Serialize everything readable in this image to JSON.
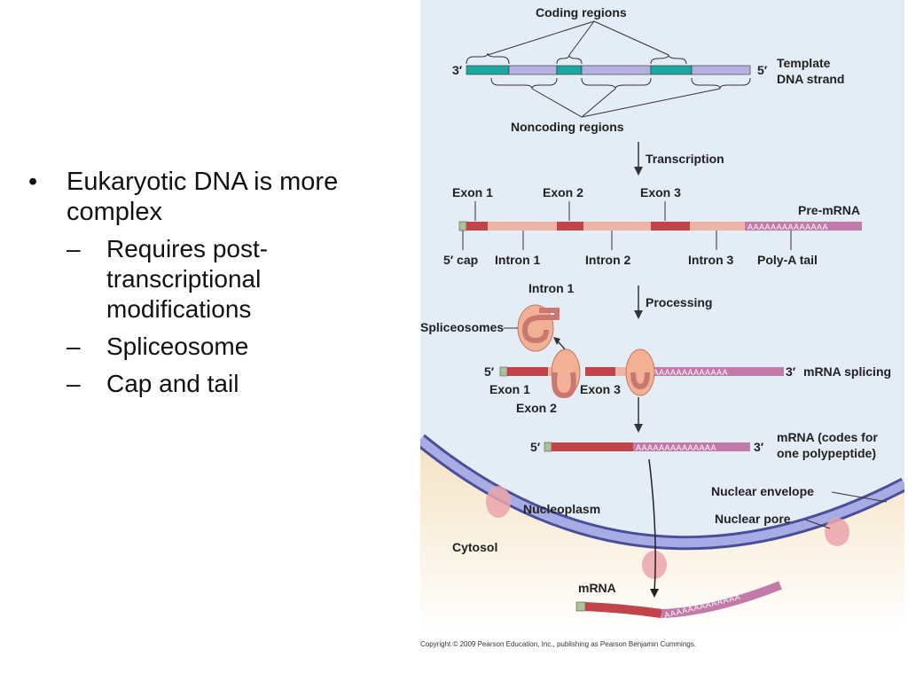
{
  "slide": {
    "bullet_symbol": "•",
    "dash_symbol": "–",
    "main_bullet": "Eukaryotic DNA is more complex",
    "sub_bullets": [
      "Requires post-transcriptional modifications",
      "Spliceosome",
      "Cap and tail"
    ]
  },
  "diagram": {
    "coding_regions": "Coding regions",
    "noncoding_regions": "Noncoding regions",
    "three_prime": "3′",
    "five_prime": "5′",
    "template_strand_line1": "Template",
    "template_strand_line2": "DNA strand",
    "transcription": "Transcription",
    "exon1": "Exon 1",
    "exon2": "Exon 2",
    "exon3": "Exon 3",
    "pre_mrna": "Pre-mRNA",
    "poly_a_seq": "AAAAAAAAAAAAAA",
    "five_prime_cap": "5′ cap",
    "intron1": "Intron 1",
    "intron2": "Intron 2",
    "intron3": "Intron 3",
    "poly_a_tail": "Poly-A tail",
    "processing": "Processing",
    "spliceosomes": "Spliceosomes",
    "mrna_splicing": "mRNA splicing",
    "mrna_codes_line1": "mRNA (codes for",
    "mrna_codes_line2": "one polypeptide)",
    "nuclear_envelope": "Nuclear envelope",
    "nucleoplasm": "Nucleoplasm",
    "nuclear_pore": "Nuclear pore",
    "cytosol": "Cytosol",
    "mrna": "mRNA",
    "mrna_poly_a": "AAAAAAAAAAAAA"
  },
  "colors": {
    "coding": "#1aa8a0",
    "noncoding": "#b4b0e0",
    "exon": "#c0444a",
    "intron": "#eeb4a8",
    "poly_a": "#c27aa8",
    "cap": "#a8c498",
    "nucleus_bg": "#e4ecf6",
    "cytosol_bg": "#f4e4c8",
    "envelope": "#7a80c8",
    "pore": "#e8a4a8"
  },
  "copyright": "Copyright © 2009 Pearson Education, Inc., publishing as Pearson Benjamin Cummings."
}
